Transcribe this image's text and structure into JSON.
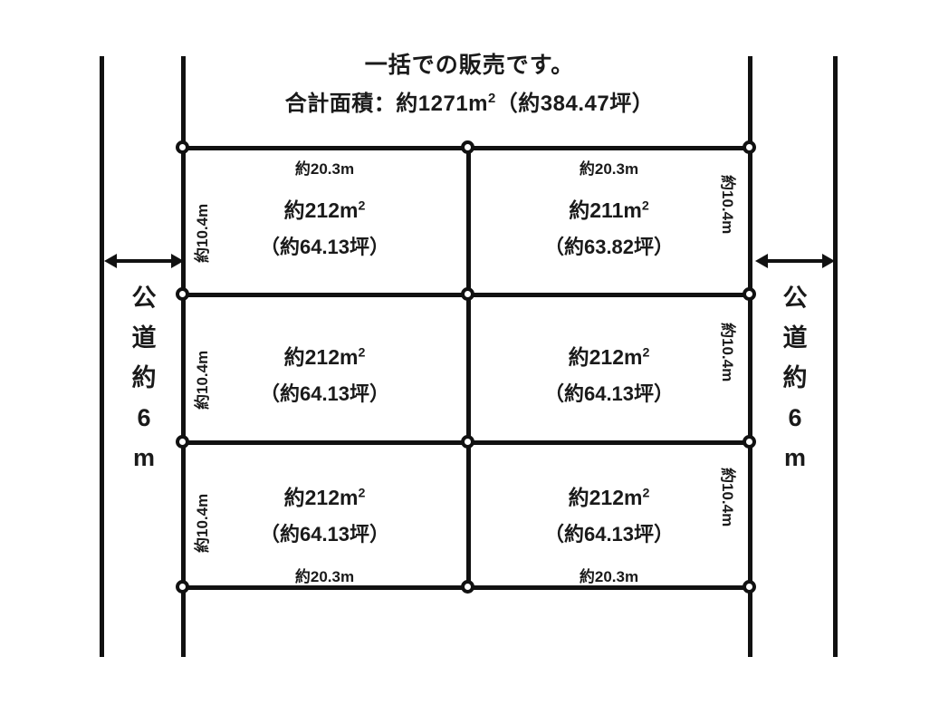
{
  "header": {
    "line1": "一括での販売です。",
    "line2_prefix": "合計面積：約1271m",
    "line2_sup": "2",
    "line2_suffix": "（約384.47坪）"
  },
  "roads": {
    "left": {
      "label_chars": [
        "公",
        "道",
        "約",
        "6",
        "m"
      ],
      "width_text": "約6m",
      "arrow": "double-headed-arrow"
    },
    "right": {
      "label_chars": [
        "公",
        "道",
        "約",
        "6",
        "m"
      ],
      "width_text": "約6m",
      "arrow": "double-headed-arrow"
    }
  },
  "plots": [
    {
      "id": "plot-top-left",
      "area_prefix": "約212m",
      "area_sup": "2",
      "tsubo": "（約64.13坪）",
      "top_label": "約20.3m",
      "bottom_label": "",
      "left_label": "約10.4m",
      "right_label": ""
    },
    {
      "id": "plot-top-right",
      "area_prefix": "約211m",
      "area_sup": "2",
      "tsubo": "（約63.82坪）",
      "top_label": "約20.3m",
      "bottom_label": "",
      "left_label": "",
      "right_label": "約10.4m"
    },
    {
      "id": "plot-middle-left",
      "area_prefix": "約212m",
      "area_sup": "2",
      "tsubo": "（約64.13坪）",
      "top_label": "",
      "bottom_label": "",
      "left_label": "約10.4m",
      "right_label": ""
    },
    {
      "id": "plot-middle-right",
      "area_prefix": "約212m",
      "area_sup": "2",
      "tsubo": "（約64.13坪）",
      "top_label": "",
      "bottom_label": "",
      "left_label": "",
      "right_label": "約10.4m"
    },
    {
      "id": "plot-bottom-left",
      "area_prefix": "約212m",
      "area_sup": "2",
      "tsubo": "（約64.13坪）",
      "top_label": "",
      "bottom_label": "約20.3m",
      "left_label": "約10.4m",
      "right_label": ""
    },
    {
      "id": "plot-bottom-right",
      "area_prefix": "約212m",
      "area_sup": "2",
      "tsubo": "（約64.13坪）",
      "top_label": "",
      "bottom_label": "約20.3m",
      "left_label": "",
      "right_label": "約10.4m"
    }
  ],
  "colors": {
    "line": "#111111",
    "text": "#1a1a1a",
    "background": "#ffffff"
  }
}
